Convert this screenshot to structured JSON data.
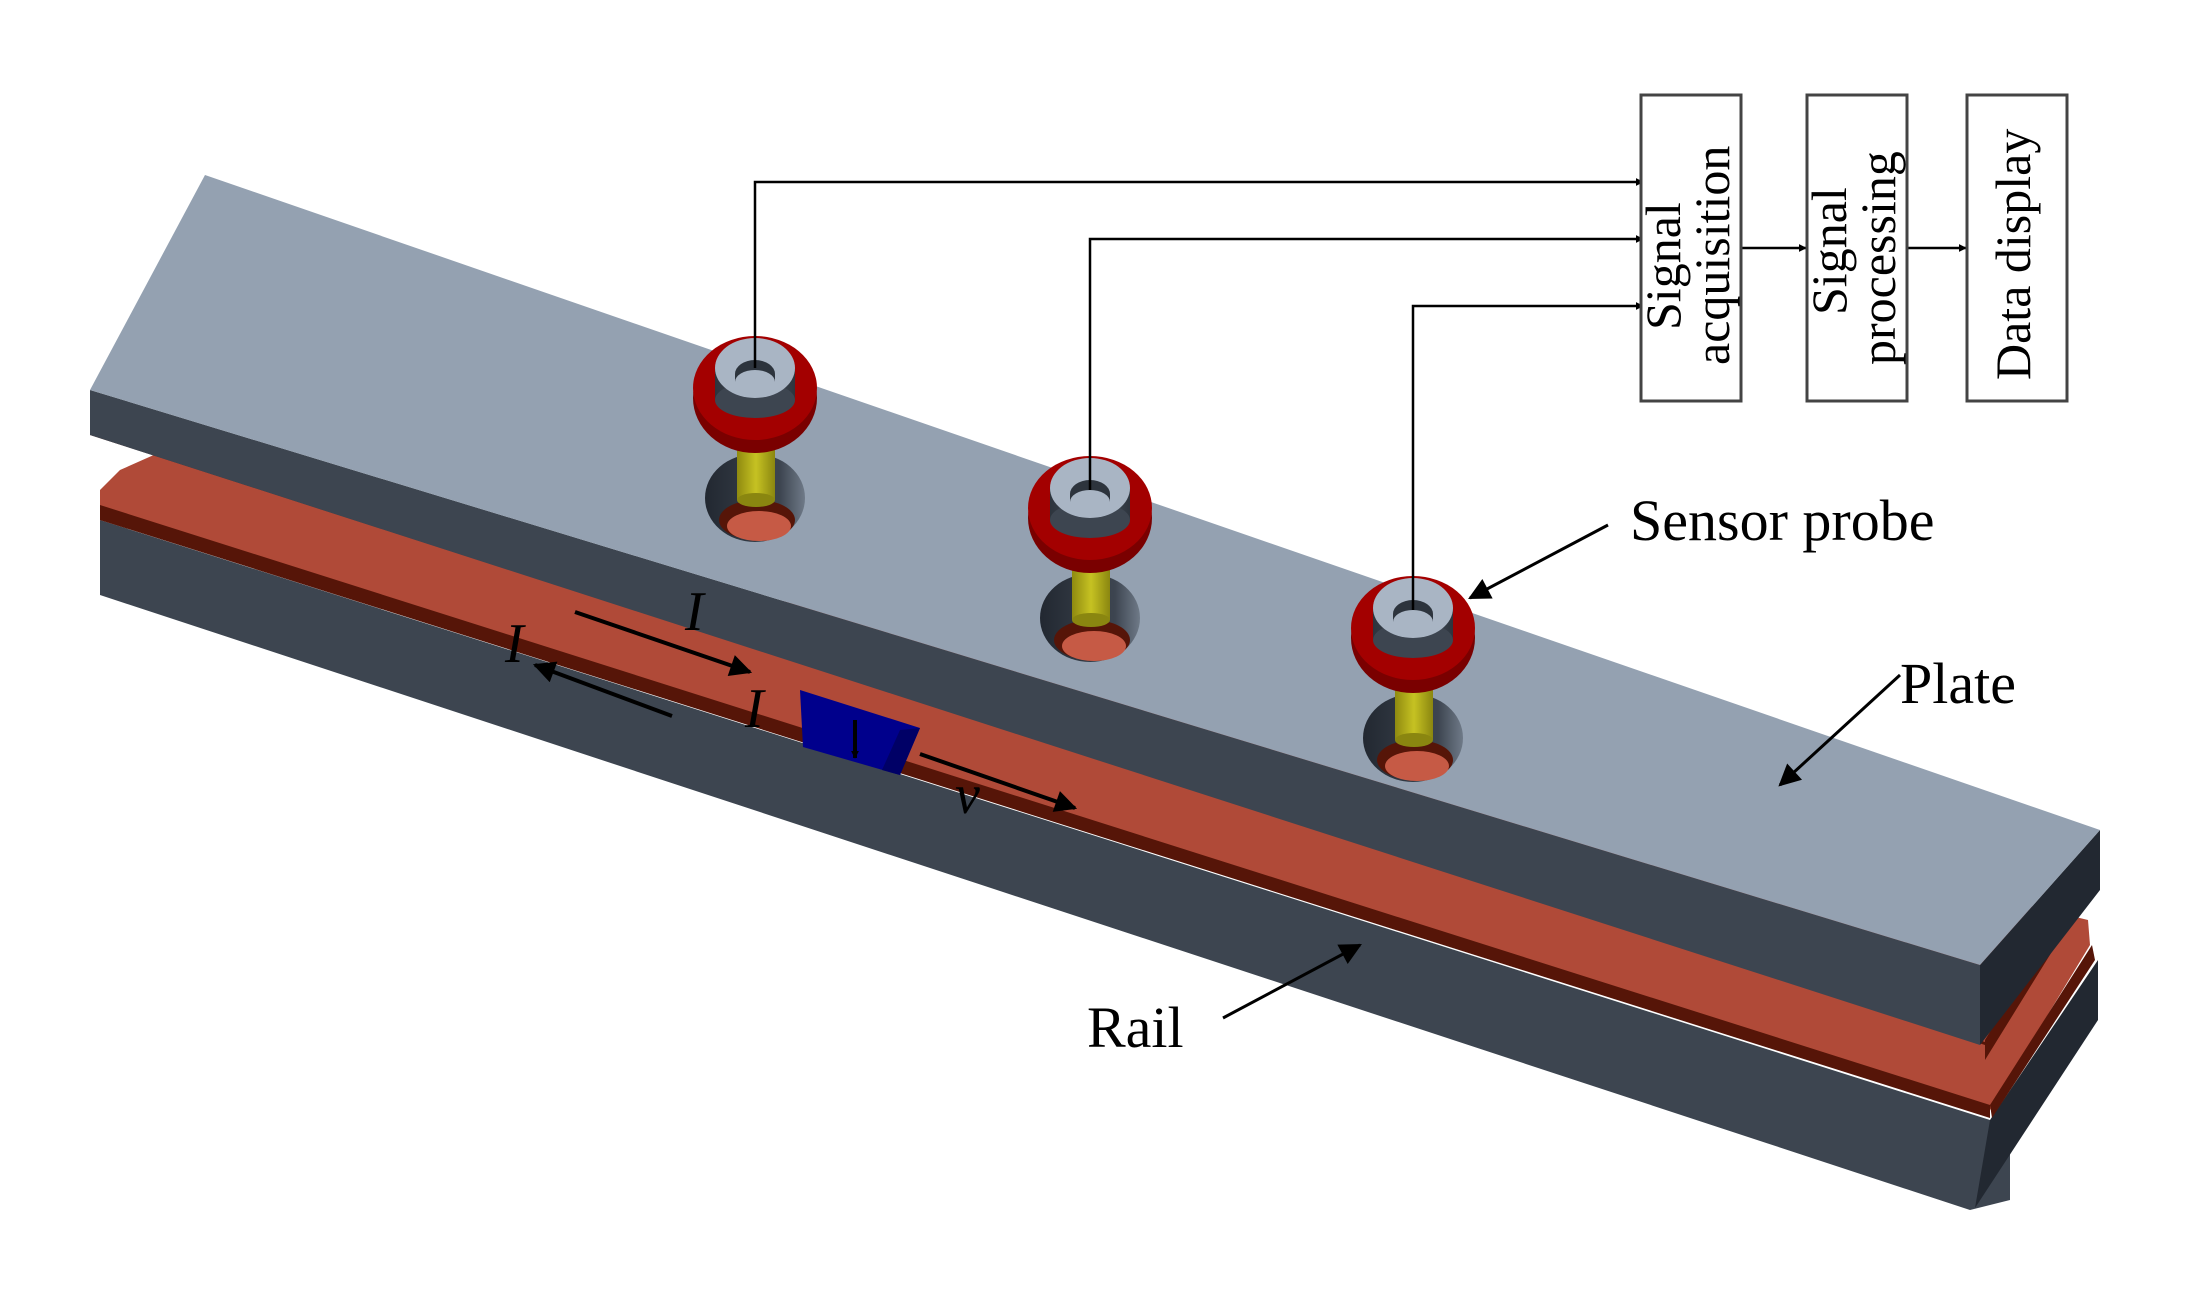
{
  "figure": {
    "type": "schematic",
    "subject": "Electromagnetic rail launcher with sensor probes and signal chain"
  },
  "components": {
    "plate_label": "Plate",
    "rail_label": "Rail",
    "sensor_probe_label": "Sensor probe",
    "sensor_probe_count": 3
  },
  "signal_chain": {
    "blocks": [
      {
        "line1": "Signal",
        "line2": "acquisition"
      },
      {
        "line1": "Signal",
        "line2": "processing"
      },
      {
        "line1": "Data display",
        "line2": ""
      }
    ]
  },
  "symbols": {
    "current_upper": "I",
    "current_lower": "I",
    "current_armature": "I",
    "velocity": "v"
  },
  "colors": {
    "plate_top": "#94a1b1",
    "plate_side": "#3d4550",
    "plate_end": "#222831",
    "rail_copper": "#b04a38",
    "rail_dark": "#561508",
    "armature": "#00008c",
    "probe_ring": "#a30000",
    "probe_cap": "#a9b5c4",
    "probe_stem": "#b6b21a",
    "line": "#000000"
  }
}
